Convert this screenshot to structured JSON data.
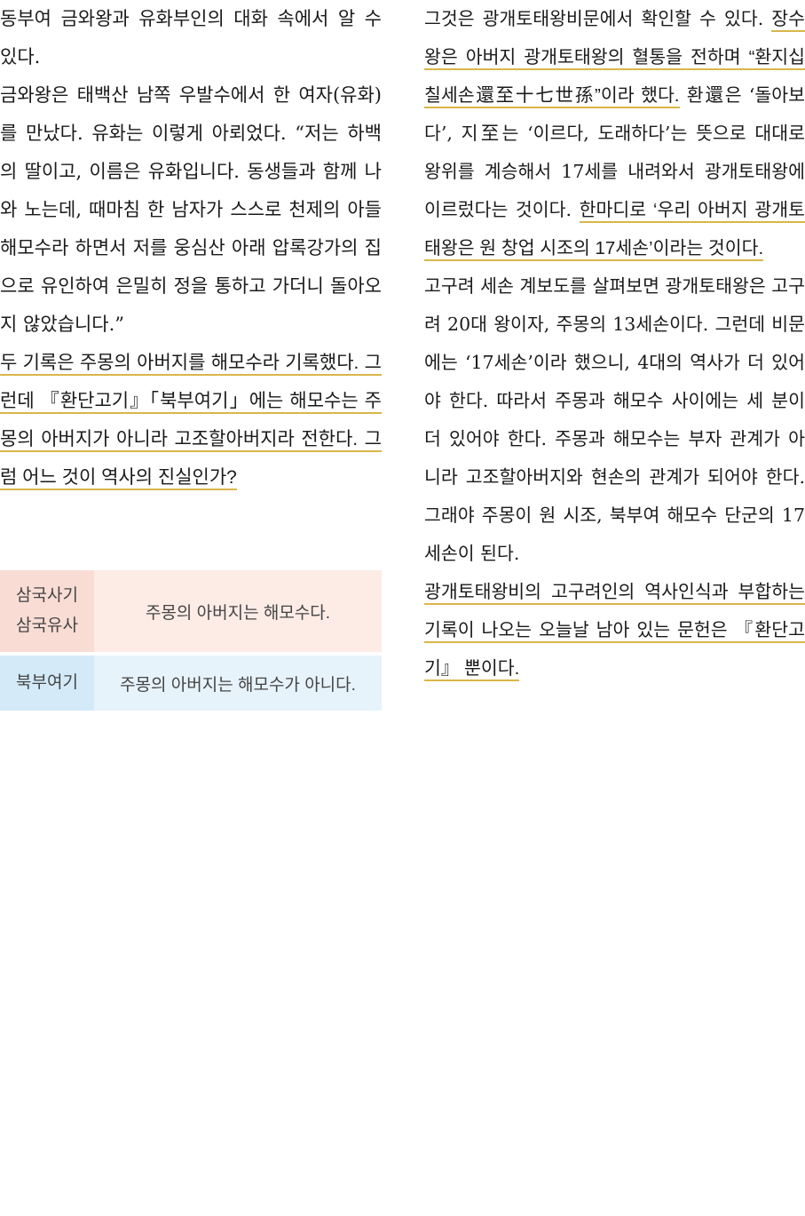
{
  "left_column": {
    "p1": "동부여 금와왕과 유화부인의 대화 속에서 알 수 있다.",
    "p2": "금와왕은 태백산 남쪽 우발수에서 한 여자(유화)를 만났다. 유화는 이렇게 아뢰었다. “저는 하백의 딸이고, 이름은 유화입니다. 동생들과 함께 나와 노는데, 때마침 한 남자가 스스로 천제의 아들 해모수라 하면서 저를 웅심산 아래 압록강가의 집으로 유인하여 은밀히 정을 통하고 가더니 돌아오지 않았습니다.”",
    "p3": "두 기록은 주몽의 아버지를 해모수라 기록했다. 그런데 『환단고기』「북부여기」에는 해모수는 주몽의 아버지가 아니라 고조할아버지라 전한다. 그럼 어느 것이 역사의 진실인가?"
  },
  "comparison_table": [
    {
      "sources": [
        "삼국사기",
        "삼국유사"
      ],
      "statement": "주몽의 아버지는 해모수다."
    },
    {
      "sources": [
        "북부여기"
      ],
      "statement": "주몽의 아버지는 해모수가 아니다."
    }
  ],
  "right_column": {
    "p1_a": "그것은 광개토태왕비문에서 확인할 수 있다. ",
    "p1_b": "장수왕은 아버지 광개토태왕의 혈통을 전하며 “환지십칠세손還至十七世孫”이라 했다.",
    "p1_c": " 환還은 ‘돌아보다’, 지至는 ‘이르다, 도래하다’는 뜻으로 대대로 왕위를 계승해서 17세를 내려와서 광개토태왕에 이르렀다는 것이다. ",
    "p1_d": "한마디로 ‘우리 아버지 광개토태왕은 원 창업 시조의 17세손’이라는 것이다.",
    "p2": "고구려 세손 계보도를 살펴보면 광개토태왕은 고구려 20대 왕이자, 주몽의 13세손이다. 그런데 비문에는 ‘17세손’이라 했으니, 4대의 역사가 더 있어야 한다. 따라서 주몽과 해모수 사이에는 세 분이 더 있어야 한다. 주몽과 해모수는 부자 관계가 아니라 고조할아버지와 현손의 관계가 되어야 한다. 그래야 주몽이 원 시조, 북부여 해모수 단군의 17세손이 된다.",
    "p3": "광개토태왕비의 고구려인의 역사인식과 부합하는 기록이 나오는 오늘날 남아 있는 문헌은 『환단고기』 뿐이다."
  }
}
